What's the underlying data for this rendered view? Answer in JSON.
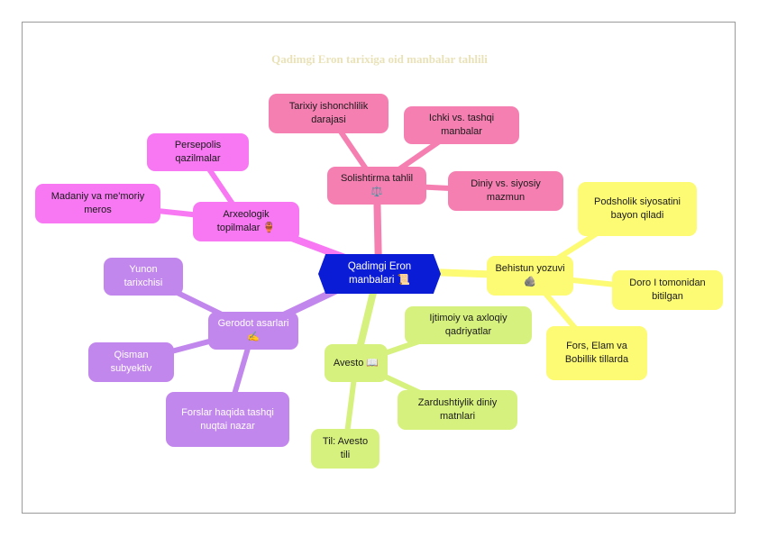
{
  "title": "Qadimgi Eron tarixiga oid manbalar tahlili",
  "center": {
    "label": "Qadimgi Eron manbalari 📜"
  },
  "branches": {
    "solishtirma": {
      "label": "Solishtirma tahlil ⚖️",
      "color": "#f67fb2",
      "children": [
        "Tarixiy ishonchlilik darajasi",
        "Ichki vs. tashqi manbalar",
        "Diniy vs. siyosiy mazmun"
      ]
    },
    "behistun": {
      "label": "Behistun yozuvi 🪨",
      "color": "#fdfa74",
      "children": [
        "Podsholik siyosatini bayon qiladi",
        "Doro I tomonidan bitilgan",
        "Fors, Elam va Bobillik tillarda"
      ]
    },
    "avesto": {
      "label": "Avesto 📖",
      "color": "#d6f17e",
      "children": [
        "Ijtimoiy va axloqiy qadriyatlar",
        "Zardushtiylik diniy matnlari",
        "Til: Avesto tili"
      ]
    },
    "gerodot": {
      "label": "Gerodot asarlari ✍️",
      "color": "#c287ec",
      "children": [
        "Yunon tarixchisi",
        "Qisman subyektiv",
        "Forslar haqida tashqi nuqtai nazar"
      ]
    },
    "arxeologik": {
      "label": "Arxeologik topilmalar 🏺",
      "color": "#f778f2",
      "children": [
        "Persepolis qazilmalar",
        "Madaniy va me'moriy meros"
      ]
    }
  }
}
